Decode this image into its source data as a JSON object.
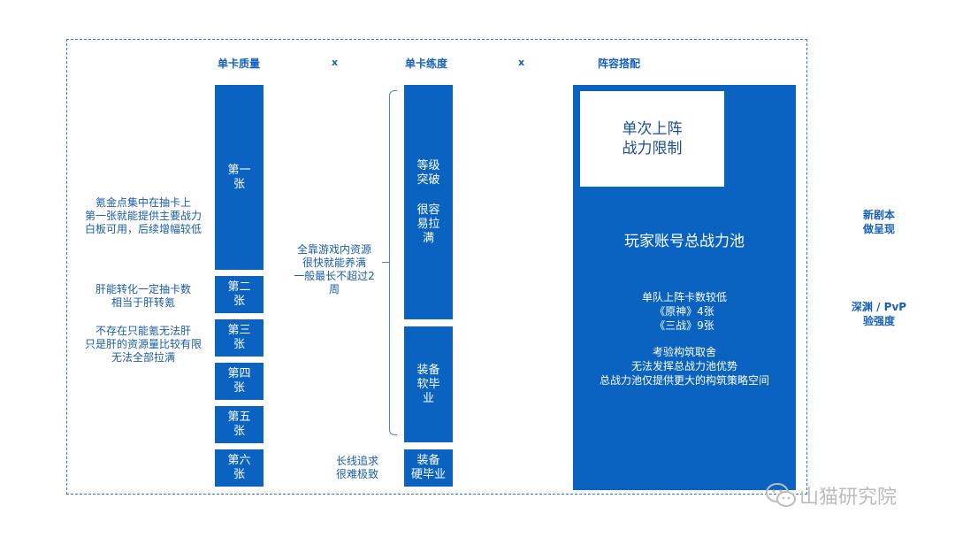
{
  "headers": {
    "card_quality": "单卡质量",
    "card_level": "单卡练度",
    "lineup": "阵容搭配",
    "times_1": "x",
    "times_2": "x"
  },
  "card_boxes": [
    {
      "label": "第一\n张"
    },
    {
      "label": "第二\n张"
    },
    {
      "label": "第三\n张"
    },
    {
      "label": "第四\n张"
    },
    {
      "label": "第五\n张"
    },
    {
      "label": "第六\n张"
    }
  ],
  "left_notes": {
    "note1": "氪金点集中在抽卡上\n第一张就能提供主要战力\n白板可用，后续增幅较低",
    "note2": "肝能转化一定抽卡数\n相当于肝转氪",
    "note3": "不存在只能氪无法肝\n只是肝的资源量比较有限\n无法全部拉满"
  },
  "level_boxes": {
    "box1_line1": "等级\n突破",
    "box1_line2": "很容\n易拉\n满",
    "box2": "装备\n软毕\n业",
    "box3": "装备\n硬毕业"
  },
  "mid_notes": {
    "note1": "全靠游戏内资源\n很快就能养满\n一般最长不超过2\n周",
    "note2": "长线追求\n很难极致"
  },
  "lineup_box": {
    "limit": "单次上阵\n战力限制",
    "pool": "玩家账号总战力池",
    "text1": "单队上阵卡数较低\n《原神》4张\n《三战》9张",
    "text2": "考验构筑取舍\n无法发挥总战力池优势\n总战力池仅提供更大的构筑策略空间"
  },
  "right_notes": {
    "note1": "新剧本\n做呈现",
    "note2": "深渊 / PvP\n验强度"
  },
  "watermark": "山猫研究院",
  "icons": {
    "watermark_icon": "wechat-icon"
  },
  "colors": {
    "primary": "#0a63c0",
    "text": "#1560bd"
  }
}
